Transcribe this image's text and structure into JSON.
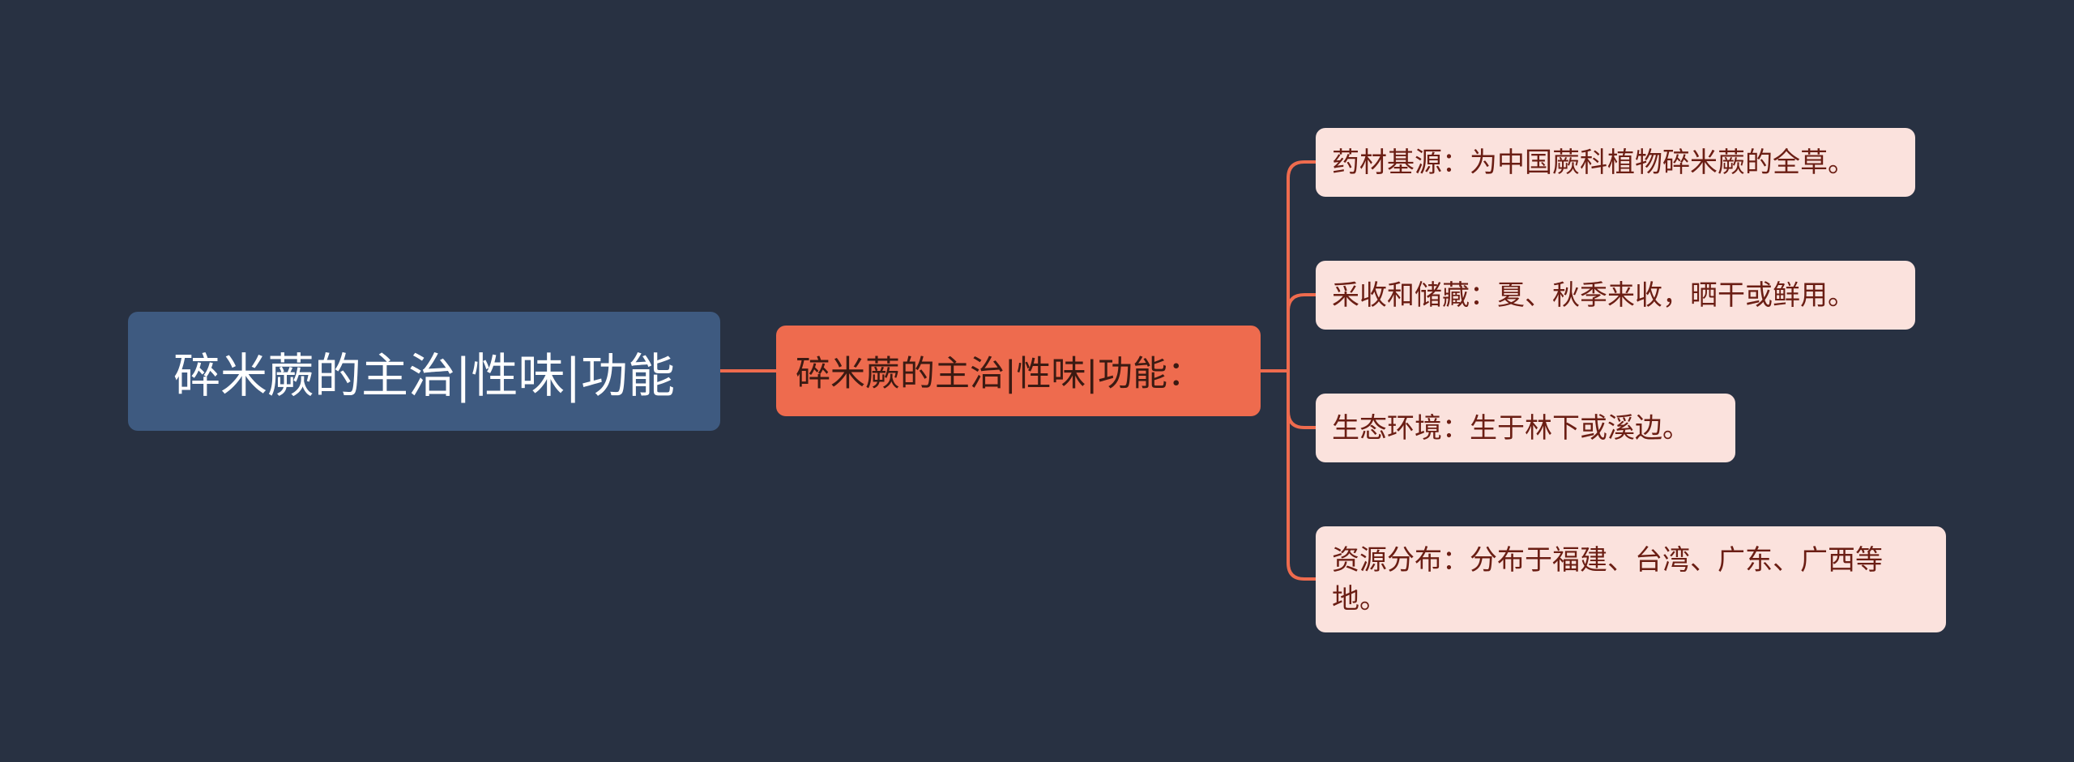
{
  "colors": {
    "background": "#283142",
    "root_fill": "#3e5a80",
    "branch_fill": "#ee6b4e",
    "leaf_fill": "#fbe2dd",
    "connector": "#ee6b4e"
  },
  "root": {
    "label": "碎米蕨的主治|性味|功能"
  },
  "branch": {
    "label": "碎米蕨的主治|性味|功能："
  },
  "leaves": [
    {
      "label": "药材基源：为中国蕨科植物碎米蕨的全草。"
    },
    {
      "label": "采收和储藏：夏、秋季来收，晒干或鲜用。"
    },
    {
      "label": "生态环境：生于林下或溪边。"
    },
    {
      "label": "资源分布：分布于福建、台湾、广东、广西等地。"
    }
  ]
}
